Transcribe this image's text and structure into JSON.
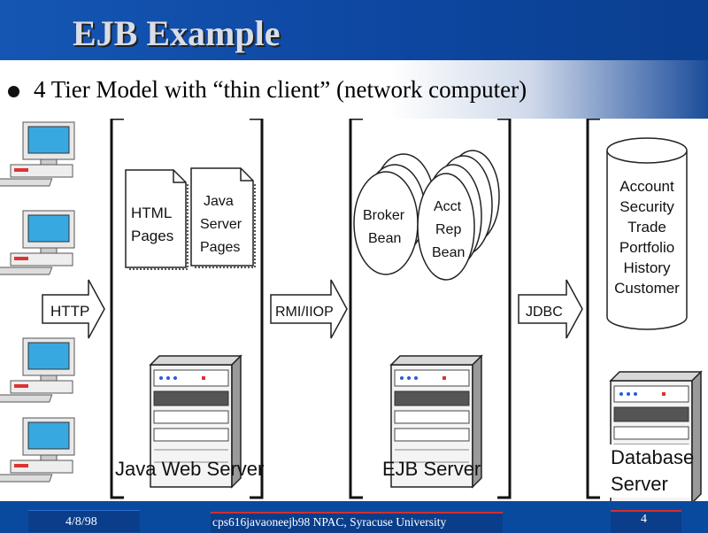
{
  "slide": {
    "title": "EJB Example",
    "bullet": "4 Tier Model with “thin client” (network computer)"
  },
  "diagram": {
    "protocols": {
      "http": "HTTP",
      "rmi": "RMI/IIOP",
      "jdbc": "JDBC"
    },
    "web_tier": {
      "doc1_line1": "HTML",
      "doc1_line2": "Pages",
      "doc2_line1": "Java",
      "doc2_line2": "Server",
      "doc2_line3": "Pages",
      "server_label": "Java Web Server"
    },
    "ejb_tier": {
      "bean1_line1": "Broker",
      "bean1_line2": "Bean",
      "bean2_line1": "Acct",
      "bean2_line2": "Rep",
      "bean2_line3": "Bean",
      "server_label": "EJB Server"
    },
    "db_tier": {
      "tables": [
        "Account",
        "Security",
        "Trade",
        "Portfolio",
        "History",
        "Customer"
      ],
      "server_line1": "Database",
      "server_line2": "Server"
    }
  },
  "footer": {
    "date": "4/8/98",
    "source": "cps616javaoneejb98   NPAC, Syracuse University",
    "page": "4"
  }
}
